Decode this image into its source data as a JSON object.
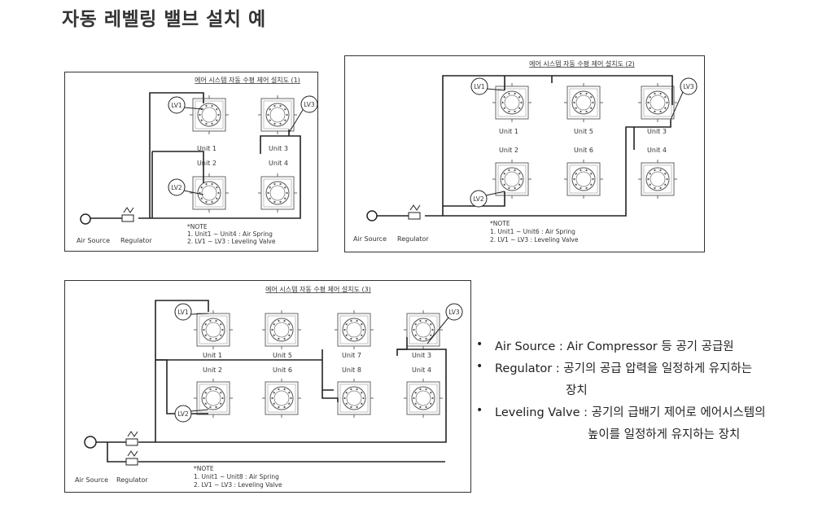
{
  "page_title": "자동 레벨링 밸브 설치 예",
  "diagram1": {
    "title": "에어 시스템 자동 수평 제어 설치도 (1)",
    "units": [
      "Unit 1",
      "Unit 2",
      "Unit 3",
      "Unit 4"
    ],
    "valves": [
      "LV1",
      "LV2",
      "LV3"
    ],
    "air_source": "Air Source",
    "regulator": "Regulator",
    "note_head": "*NOTE",
    "note_1": "1. Unit1 ~ Unit4 : Air Spring",
    "note_2": "2. LV1 ~ LV3 : Leveling Valve"
  },
  "diagram2": {
    "title": "에어 시스템 자동 수평 제어 설치도 (2)",
    "units": [
      "Unit 1",
      "Unit 5",
      "Unit 3",
      "Unit 2",
      "Unit 6",
      "Unit 4"
    ],
    "valves": [
      "LV1",
      "LV2",
      "LV3"
    ],
    "air_source": "Air Source",
    "regulator": "Regulator",
    "note_head": "*NOTE",
    "note_1": "1. Unit1 ~ Unit6 : Air Spring",
    "note_2": "2. LV1 ~ LV3 : Leveling Valve"
  },
  "diagram3": {
    "title": "에어 시스템 자동 수평 제어 설치도 (3)",
    "units": [
      "Unit 1",
      "Unit 5",
      "Unit 7",
      "Unit 3",
      "Unit 2",
      "Unit 6",
      "Unit 8",
      "Unit 4"
    ],
    "valves": [
      "LV1",
      "LV2",
      "LV3"
    ],
    "air_source": "Air Source",
    "regulator": "Regulator",
    "note_head": "*NOTE",
    "note_1": "1. Unit1 ~ Unit8 : Air Spring",
    "note_2": "2. LV1 ~ LV3 : Leveling Valve"
  },
  "bullets": {
    "b1": "Air Source : Air Compressor 등 공기 공급원",
    "b2a": "Regulator  : 공기의 공급 압력을 일정하게 유지하는",
    "b2b": "장치",
    "b3a": "Leveling Valve : 공기의 급배기 제어로 에어시스템의",
    "b3b": "높이를 일정하게 유지하는 장치"
  }
}
